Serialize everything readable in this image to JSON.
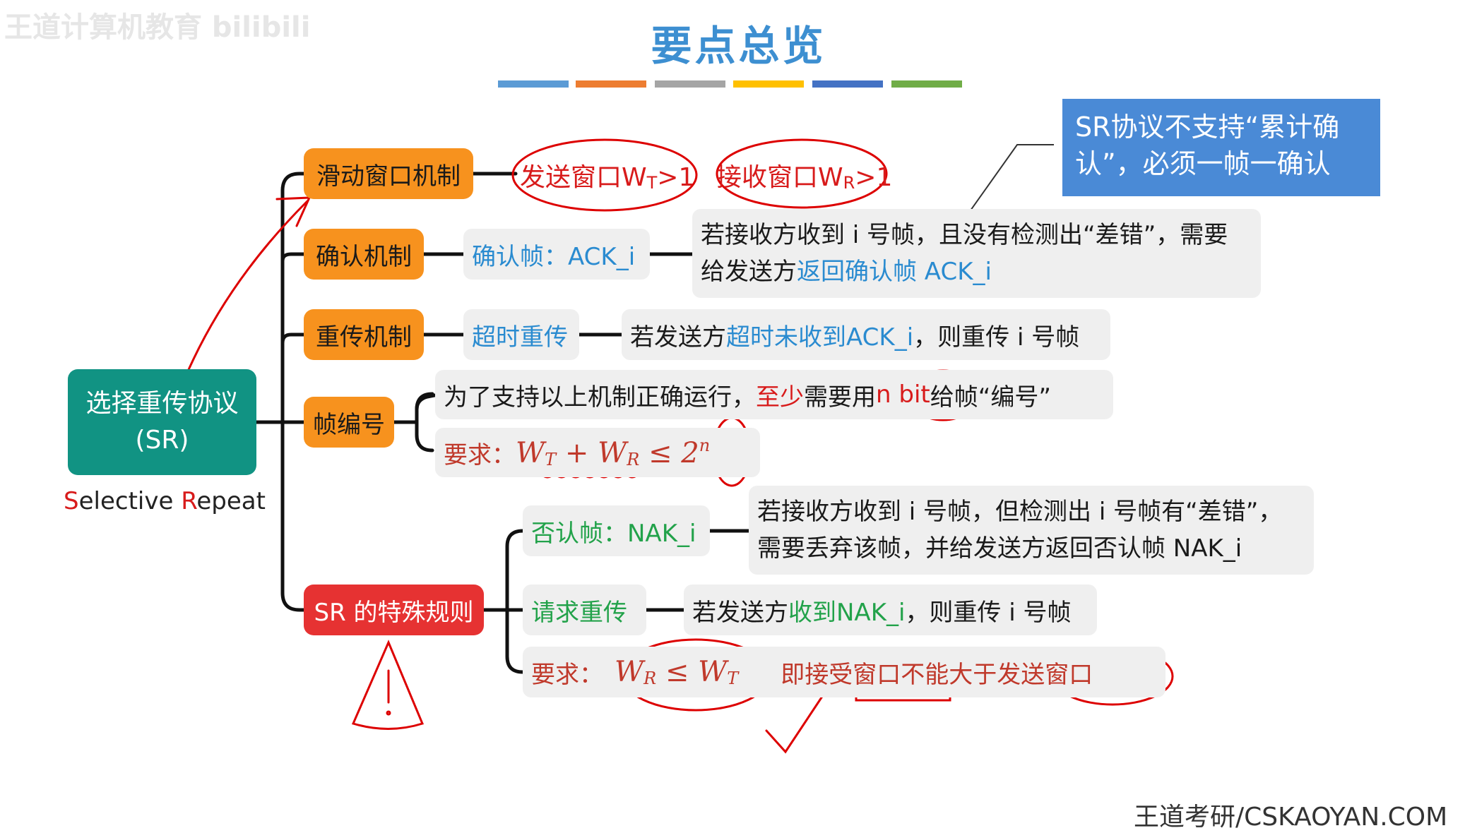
{
  "header": {
    "title": "要点总览",
    "watermark": "王道计算机教育 bilibili",
    "bar_colors": [
      "#5b9bd5",
      "#ed7d31",
      "#a5a5a5",
      "#ffc000",
      "#4472c4",
      "#70ad47"
    ]
  },
  "root": {
    "line1": "选择重传协议",
    "line2": "(SR)",
    "sub_s": "S",
    "sub_elective": "elective ",
    "sub_r": "R",
    "sub_epeat": "epeat"
  },
  "branches": {
    "sliding": {
      "label": "滑动窗口机制",
      "send_window": "发送窗口W",
      "send_sub": "T",
      "send_gt": ">1",
      "recv_window": "接收窗口W",
      "recv_sub": "R",
      "recv_gt": ">1"
    },
    "ack": {
      "label": "确认机制",
      "ack_frame": "确认帧：ACK_i",
      "desc_line1": "若接收方收到 i 号帧，且没有检测出“差错”，需要",
      "desc_line2_a": "给发送方",
      "desc_line2_b": "返回确认帧 ACK_i"
    },
    "retrans": {
      "label": "重传机制",
      "timeout": "超时重传",
      "desc_a": "若发送方",
      "desc_b": "超时未收到ACK_i",
      "desc_c": "，则重传 i 号帧"
    },
    "seq": {
      "label": "帧编号",
      "desc_a": "为了支持以上机制正确运行，",
      "desc_b": "至少",
      "desc_c": "需要用",
      "desc_d": "n bit",
      "desc_e": "给帧“编号”",
      "req_label": "要求：",
      "req_w1": "W",
      "req_w1_sub": "T",
      "req_plus": " + ",
      "req_w2": "W",
      "req_w2_sub": "R",
      "req_le": " ≤ ",
      "req_two": "2",
      "req_n": "n"
    },
    "special": {
      "label": "SR 的特殊规则",
      "nak_frame": "否认帧：NAK_i",
      "nak_line1": "若接收方收到 i 号帧，但检测出 i 号帧有“差错”，",
      "nak_line2": "需要丢弃该帧，并给发送方返回否认帧 NAK_i",
      "request": "请求重传",
      "req_desc_a": "若发送方",
      "req_desc_b": "收到NAK_i",
      "req_desc_c": "，则重传 i 号帧",
      "rule_label": "要求：",
      "rule_w1": "W",
      "rule_w1_sub": "R",
      "rule_le": " ≤ ",
      "rule_w2": "W",
      "rule_w2_sub": "T",
      "rule_text": "即接受窗口不能大于发送窗口"
    }
  },
  "note": {
    "line1": "SR协议不支持“累计确",
    "line2": "认”，必须一帧一确认"
  },
  "footer": {
    "text": "王道考研/CSKAOYAN.COM"
  }
}
